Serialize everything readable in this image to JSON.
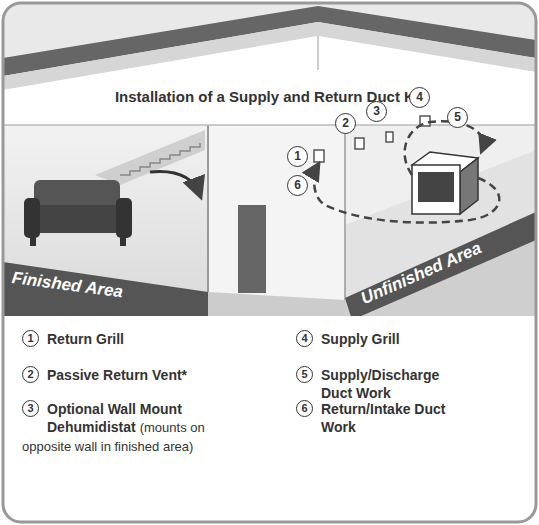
{
  "diagram": {
    "title": "Installation of a Supply and Return Duct Kit",
    "labels": [
      "Finished Area",
      "Unfinished Area",
      "1",
      "2",
      "3",
      "4",
      "5",
      "6",
      "1",
      "Return Grill",
      "2",
      "Passive Return Vent*",
      "3",
      "Optional Wall Mount Dehumidistat",
      "(mounts on opposite wall in finished area)",
      "4",
      "Supply Grill",
      "5",
      "Supply/Discharge Duct Work",
      "6",
      "Return/Intake Duct Work"
    ]
  }
}
